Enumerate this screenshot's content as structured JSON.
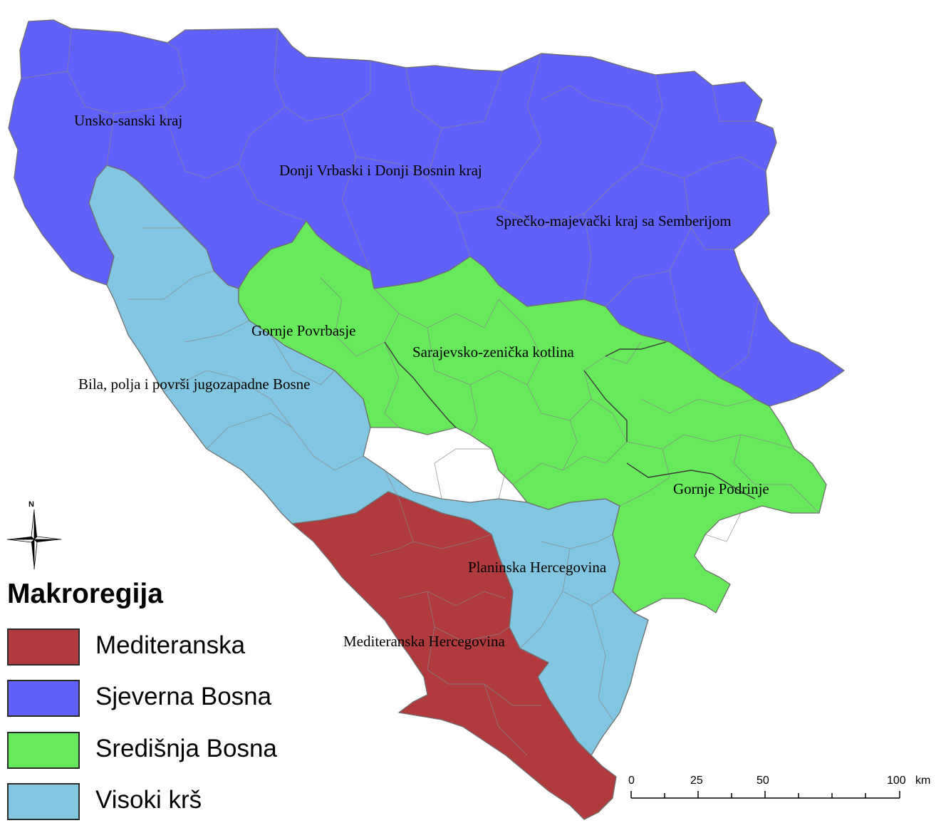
{
  "map": {
    "legend": {
      "title": "Makroregija",
      "items": [
        {
          "label": "Mediteranska",
          "color": "#b03a3c"
        },
        {
          "label": "Sjeverna Bosna",
          "color": "#6060fa"
        },
        {
          "label": "Središnja Bosna",
          "color": "#66e95a"
        },
        {
          "label": "Visoki krš",
          "color": "#82c6e1"
        }
      ]
    },
    "region_labels": [
      "Unsko-sanski kraj",
      "Donji Vrbaski i Donji Bosnin kraj",
      "Sprečko-majevački kraj sa Semberijom",
      "Gornje Povrbasje",
      "Sarajevsko-zenička kotlina",
      "Bila, polja i površi jugozapadne Bosne",
      "Gornje Podrinje",
      "Planinska Hercegovina",
      "Mediteranska Hercegovina"
    ],
    "north_arrow": {
      "label": "N",
      "icon": "compass-rose-icon"
    },
    "scale_bar": {
      "ticks": [
        "0",
        "25",
        "50",
        "100"
      ],
      "unit": "km"
    }
  }
}
